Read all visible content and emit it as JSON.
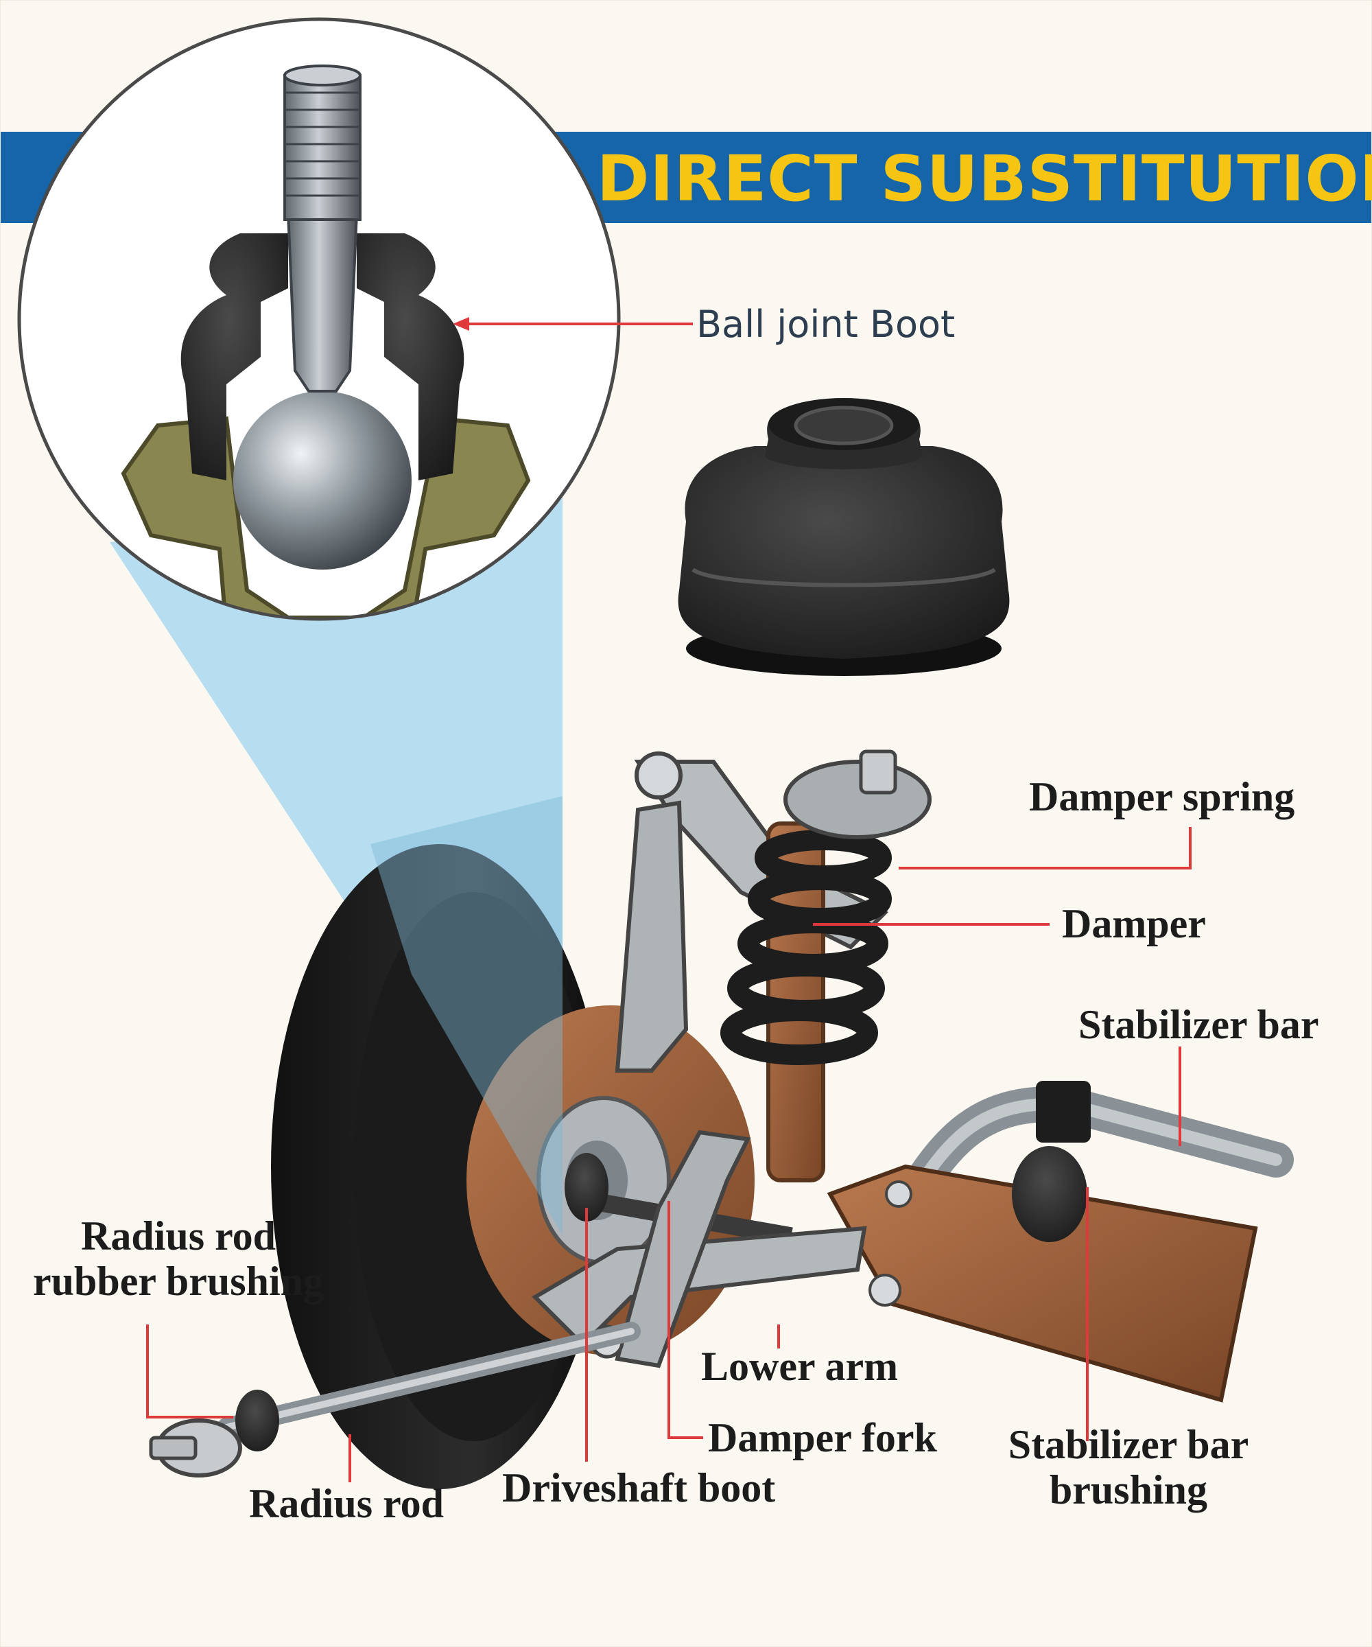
{
  "banner": {
    "title": "DIRECT SUBSTITUTION",
    "bg_color": "#1565a8",
    "text_color": "#f6c514"
  },
  "callouts": {
    "ball_joint_boot": "Ball joint Boot",
    "damper_spring": "Damper spring",
    "damper": "Damper",
    "stabilizer_bar": "Stabilizer bar",
    "radius_rod_bushing_line1": "Radius rod",
    "radius_rod_bushing_line2": "rubber brushing",
    "lower_arm": "Lower arm",
    "damper_fork": "Damper fork",
    "radius_rod": "Radius rod",
    "driveshaft_boot": "Driveshaft boot",
    "stabilizer_bushing_line1": "Stabilizer bar",
    "stabilizer_bushing_line2": "brushing"
  },
  "colors": {
    "leader_line": "#e0393b",
    "rust": "#a0603a",
    "rubber": "#2a2a2a",
    "steel": "#9aa2a8",
    "zoom_cone": "#a9d8f0"
  }
}
